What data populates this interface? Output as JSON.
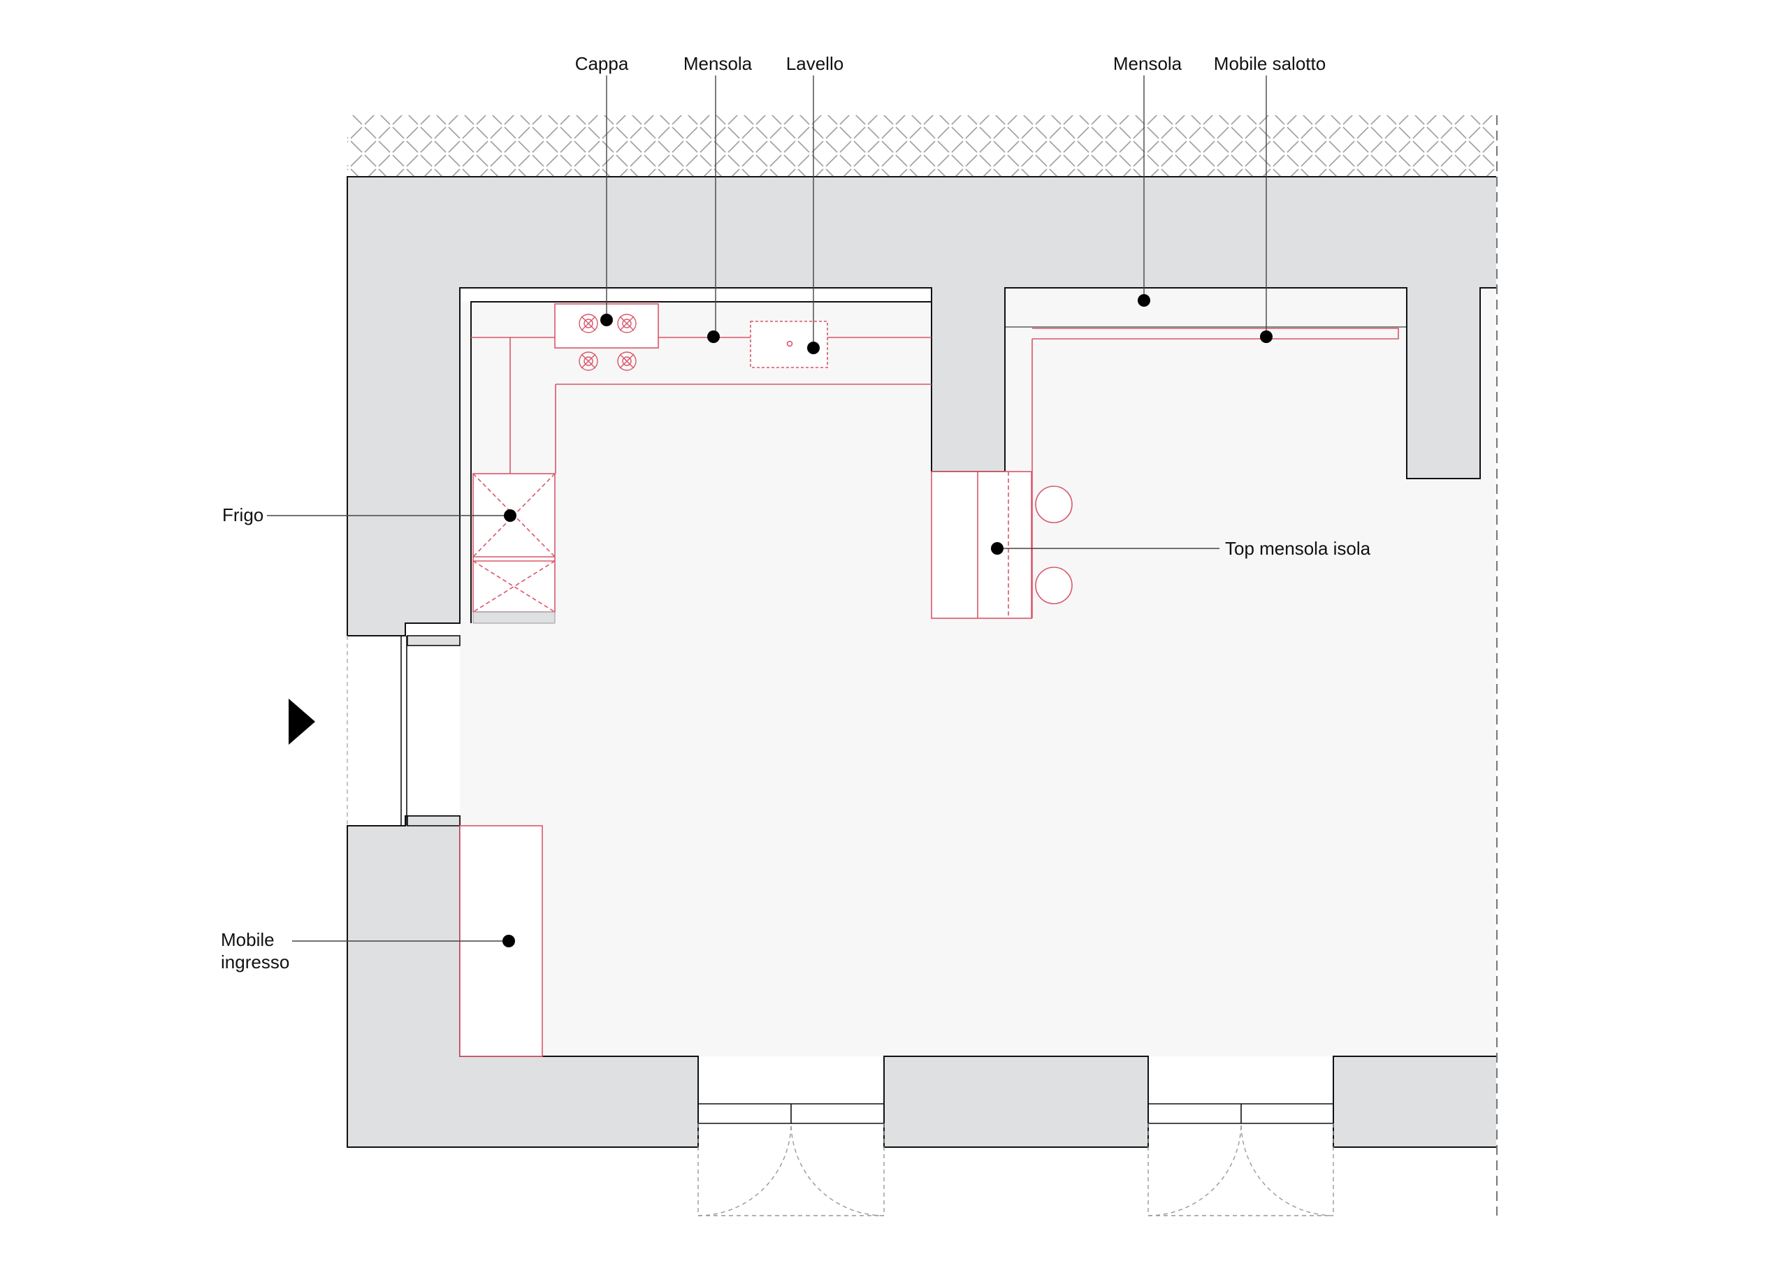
{
  "labels": {
    "cappa": "Cappa",
    "mensola_kitchen": "Mensola",
    "lavello": "Lavello",
    "mensola_living": "Mensola",
    "mobile_salotto": "Mobile salotto",
    "frigo": "Frigo",
    "top_mensola_isola": "Top mensola isola",
    "mobile_ingresso_line1": "Mobile",
    "mobile_ingresso_line2": "ingresso"
  },
  "colors": {
    "wall": "#dfe0e2",
    "floor": "#f7f7f7",
    "furniture_line": "#d9566a",
    "line": "#111111",
    "hatch": "#9a9a9a",
    "leader": "#333333",
    "dashed": "#999999"
  },
  "icons": {
    "entrance": "entrance-arrow-icon",
    "callout": "callout-dot-icon"
  }
}
